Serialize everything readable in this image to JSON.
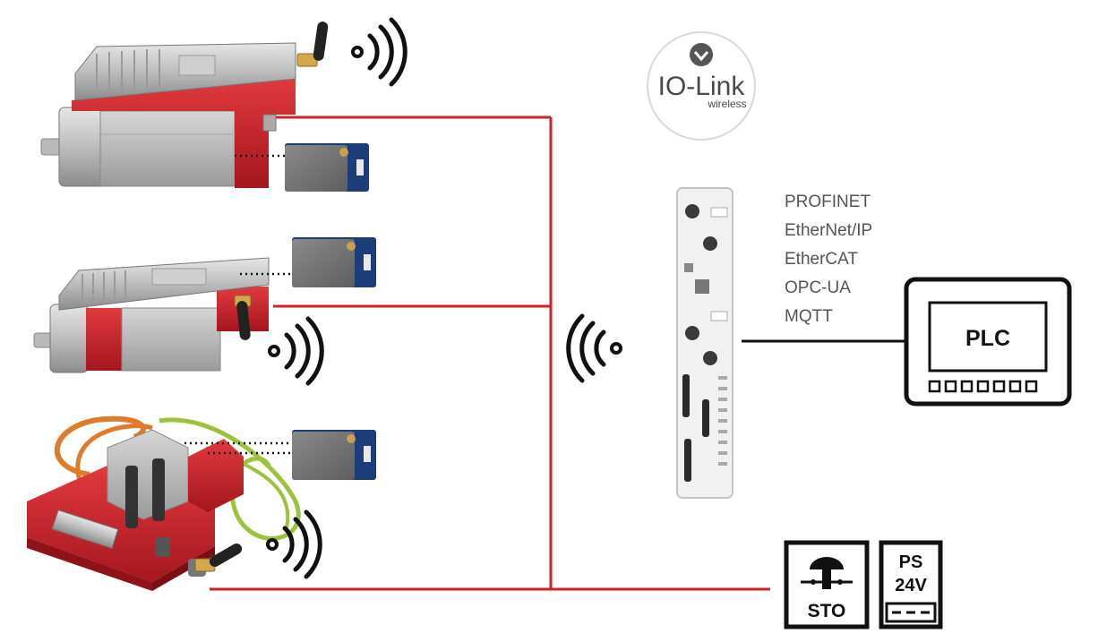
{
  "logo": {
    "brand": "IO-Link",
    "sub": "wireless"
  },
  "protocols": [
    "PROFINET",
    "EtherNet/IP",
    "EtherCAT",
    "OPC-UA",
    "MQTT"
  ],
  "plc": {
    "label": "PLC"
  },
  "sto": {
    "label": "STO"
  },
  "ps": {
    "line1": "PS",
    "line2": "24V"
  },
  "colors": {
    "bus": "#d0202a",
    "motor_red": "#c8202a",
    "frame": "#111111"
  }
}
